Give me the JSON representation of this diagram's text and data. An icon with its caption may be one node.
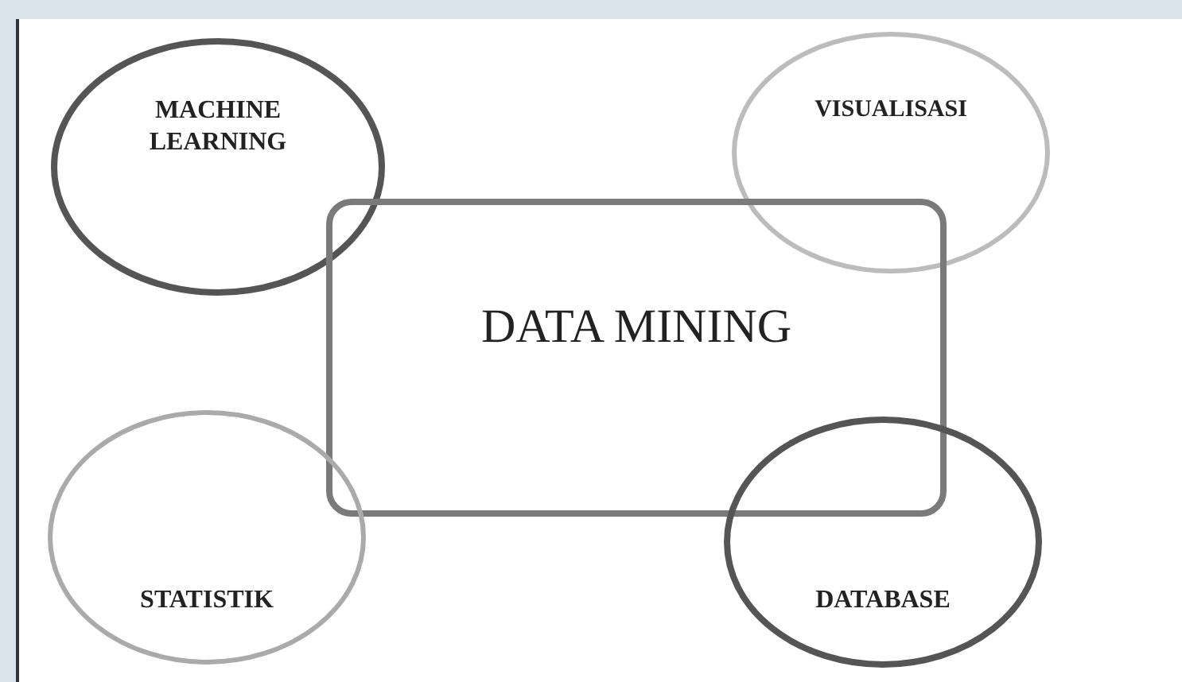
{
  "diagram": {
    "nodes": [
      {
        "text": [
          "MACHINE LEARNING"
        ]
      },
      {
        "text": [
          "VISUALISASI"
        ]
      },
      {
        "text": [
          "DATA MINING"
        ]
      },
      {
        "text": [
          "STATISTIK"
        ]
      },
      {
        "text": [
          "DATABASE"
        ]
      }
    ]
  }
}
